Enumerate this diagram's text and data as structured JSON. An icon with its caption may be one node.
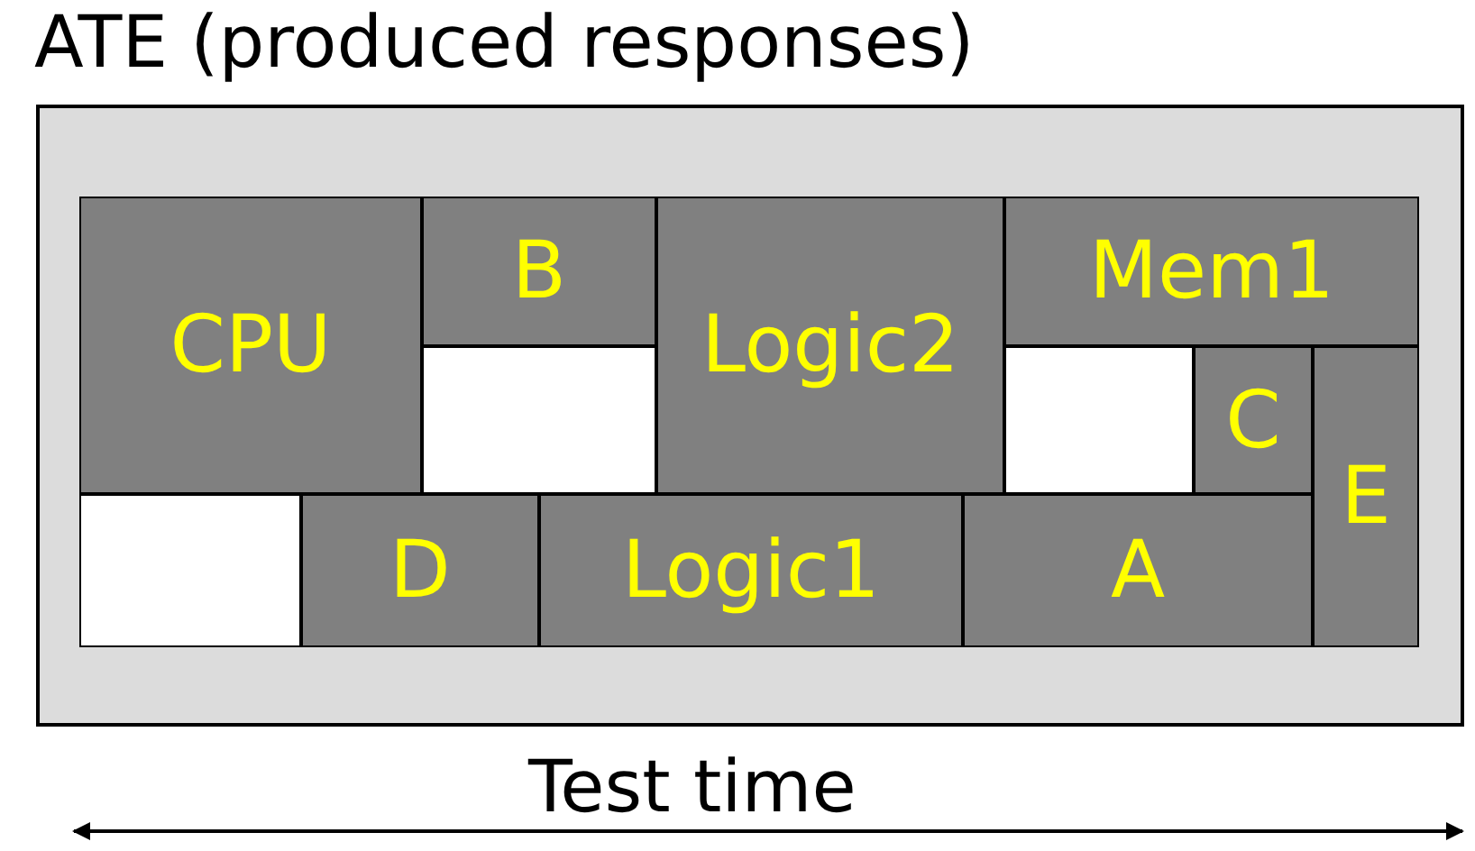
{
  "diagram": {
    "nodes": [
      {
        "text": [
          "ATE (produced responses)"
        ]
      },
      {
        "text": [
          "CPU"
        ],
        "in": 0
      },
      {
        "text": [
          "B"
        ],
        "in": 0
      },
      {
        "text": [
          "Logic2"
        ],
        "in": 0
      },
      {
        "text": [
          "Mem1"
        ],
        "in": 0
      },
      {
        "text": [],
        "shape": "box",
        "in": 0
      },
      {
        "text": [],
        "shape": "box",
        "in": 0
      },
      {
        "text": [
          "C"
        ],
        "in": 0
      },
      {
        "text": [
          "E"
        ],
        "in": 0
      },
      {
        "text": [],
        "shape": "box",
        "in": 0
      },
      {
        "text": [
          "D"
        ],
        "in": 0
      },
      {
        "text": [
          "Logic1"
        ],
        "in": 0
      },
      {
        "text": [
          "A"
        ],
        "in": 0
      }
    ],
    "labels": [
      "Test time"
    ]
  }
}
